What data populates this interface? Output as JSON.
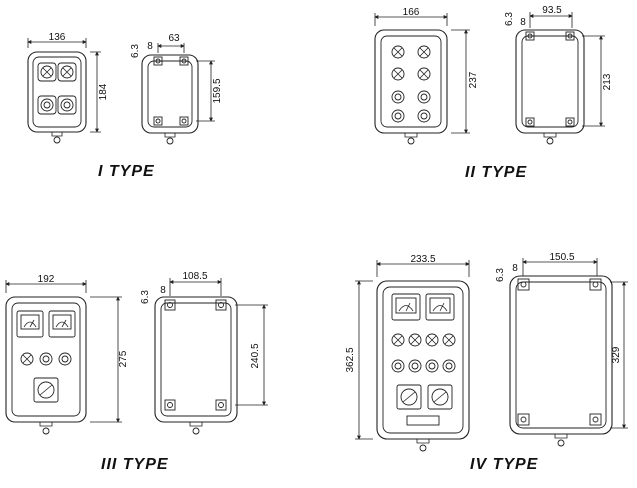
{
  "types": [
    {
      "title": "I TYPE",
      "front": {
        "width": "136",
        "height": "184",
        "rows": [
          "xx",
          "oo"
        ]
      },
      "back": {
        "width": "63",
        "height": "159.5",
        "offset_y": "6.3",
        "offset_x": "8"
      }
    },
    {
      "title": "II TYPE",
      "front": {
        "width": "166",
        "height": "237",
        "rows": [
          "xx",
          "xx",
          "oo",
          "oo"
        ]
      },
      "back": {
        "width": "93.5",
        "height": "213",
        "offset_y": "6.3",
        "offset_x": "8"
      }
    },
    {
      "title": "III TYPE",
      "front": {
        "width": "192",
        "height": "275",
        "rows": [
          "mm",
          "xoo",
          "s"
        ]
      },
      "back": {
        "width": "108.5",
        "height": "240.5",
        "offset_y": "6.3",
        "offset_x": "8"
      }
    },
    {
      "title": "IV TYPE",
      "front": {
        "width": "233.5",
        "height": "362.5",
        "rows": [
          "mm",
          "xxxx",
          "oooo",
          "ss"
        ]
      },
      "back": {
        "width": "150.5",
        "height": "329",
        "offset_y": "6.3",
        "offset_x": "8"
      }
    }
  ]
}
